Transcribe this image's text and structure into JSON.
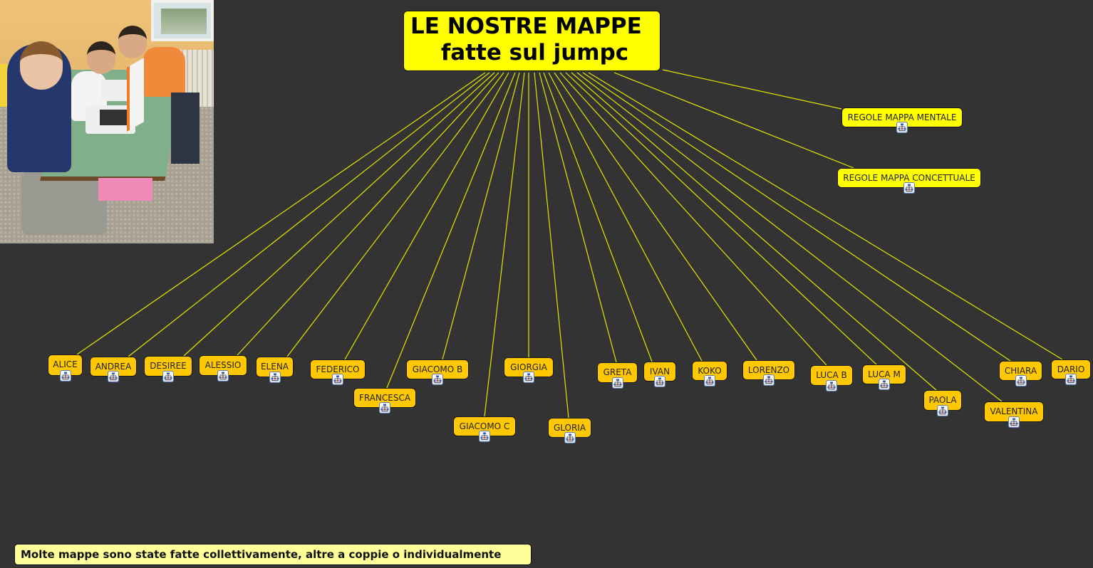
{
  "colors": {
    "background": "#333333",
    "center_node": "#ffff00",
    "child_node": "#ffc800",
    "rule_node": "#ffff00",
    "note_box": "#ffff99",
    "link_line": "#e6e600"
  },
  "photo": {
    "description": "Photo of children using laptops at a school desk"
  },
  "center": {
    "line1": "LE NOSTRE MAPPE",
    "line2": "fatte sul jumpc"
  },
  "rules": [
    {
      "label": "REGOLE MAPPA MENTALE",
      "icon": "concept-map-icon"
    },
    {
      "label": "REGOLE MAPPA CONCETTUALE",
      "icon": "concept-map-icon"
    }
  ],
  "children": [
    {
      "label": "ALICE",
      "icon": "concept-map-icon"
    },
    {
      "label": "ANDREA",
      "icon": "concept-map-icon"
    },
    {
      "label": "DESIREE",
      "icon": "concept-map-icon"
    },
    {
      "label": "ALESSIO",
      "icon": "concept-map-icon"
    },
    {
      "label": "ELENA",
      "icon": "concept-map-icon"
    },
    {
      "label": "FEDERICO",
      "icon": "concept-map-icon"
    },
    {
      "label": "FRANCESCA",
      "icon": "concept-map-icon"
    },
    {
      "label": "GIACOMO B",
      "icon": "concept-map-icon"
    },
    {
      "label": "GIACOMO C",
      "icon": "concept-map-icon"
    },
    {
      "label": "GIORGIA",
      "icon": "concept-map-icon"
    },
    {
      "label": "GLORIA",
      "icon": "concept-map-icon"
    },
    {
      "label": "GRETA",
      "icon": "concept-map-icon"
    },
    {
      "label": "IVAN",
      "icon": "concept-map-icon"
    },
    {
      "label": "KOKO",
      "icon": "concept-map-icon"
    },
    {
      "label": "LORENZO",
      "icon": "concept-map-icon"
    },
    {
      "label": "LUCA B",
      "icon": "concept-map-icon"
    },
    {
      "label": "LUCA M",
      "icon": "concept-map-icon"
    },
    {
      "label": "PAOLA",
      "icon": "concept-map-icon"
    },
    {
      "label": "VALENTINA",
      "icon": "concept-map-icon"
    },
    {
      "label": "CHIARA",
      "icon": "concept-map-icon"
    },
    {
      "label": "DARIO",
      "icon": "concept-map-icon"
    }
  ],
  "note": {
    "text": "Molte mappe sono state fatte collettivamente, altre a coppie o individualmente"
  }
}
